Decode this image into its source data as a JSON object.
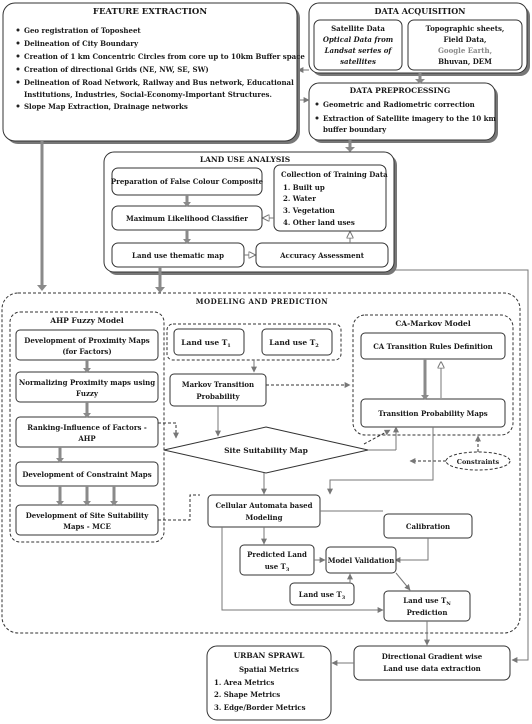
{
  "feature_extraction": {
    "title": "FEATURE EXTRACTION",
    "items": [
      "Geo registration of Toposheet",
      "Delineation of City Boundary",
      "Creation of 1 km Concentric Circles from core up to 10km Buffer space",
      "Creation of directional Grids (NE, NW, SE, SW)",
      "Delineation of Road Network, Railway and Bus network, Educational",
      "Institutions, Industries, Social-Economy-Important Structures.",
      "Slope Map Extraction, Drainage networks"
    ]
  },
  "data_acquisition": {
    "title": "DATA ACQUISITION",
    "satellite_data": [
      "Satellite Data",
      "Optical Data from",
      "Landsat series of",
      "satellites"
    ],
    "topographic": [
      "Topographic sheets,",
      "Field Data,",
      "Google Earth,",
      "Bhuvan, DEM"
    ]
  },
  "data_preprocessing": {
    "title": "DATA PREPROCESSING",
    "items": [
      "Geometric and Radiometric correction",
      "Extraction of Satellite imagery to the 10 km",
      "buffer boundary"
    ]
  },
  "land_use_analysis": {
    "title": "LAND USE ANALYSIS",
    "false_colour": "Preparation of False Colour Composite",
    "training_title": "Collection of Training Data",
    "training_items": [
      "1. Built up",
      "2. Water",
      "3. Vegetation",
      "4. Other land uses"
    ],
    "mlc": "Maximum Likelihood Classifier",
    "thematic_map": "Land use thematic map",
    "accuracy": "Accuracy Assessment"
  },
  "modeling": {
    "title": "MODELING AND PREDICTION",
    "ahp": {
      "title": "AHP Fuzzy Model",
      "proximity": [
        "Development of Proximity Maps",
        "(for Factors)"
      ],
      "normalizing": [
        "Normalizing Proximity maps using",
        "Fuzzy"
      ],
      "ranking": [
        "Ranking-Influence of Factors -",
        "AHP"
      ],
      "constraint": "Development of Constraint Maps",
      "suitability": [
        "Development of Site Suitability",
        "Maps - MCE"
      ]
    },
    "land_use_t1": "Land use T",
    "land_use_t1_sub": "1",
    "land_use_t2": "Land use T",
    "land_use_t2_sub": "2",
    "markov": [
      "Markov Transition",
      "Probability"
    ],
    "ca_markov": {
      "title": "CA-Markov Model",
      "rules": "CA Transition Rules Definition",
      "maps": "Transition Probability Maps"
    },
    "constraints": "Constraints",
    "site_map": "Site Suitability Map",
    "cellular": [
      "Cellular Automata based",
      "Modeling"
    ],
    "calibration": "Calibration",
    "predicted": [
      "Predicted Land",
      "use T"
    ],
    "predicted_sub": "3",
    "validation": "Model Validation",
    "land_use_t3": "Land use T",
    "land_use_t3_sub": "3",
    "land_use_tn": "Land use T",
    "land_use_tn_sub": "N",
    "prediction": "Prediction"
  },
  "urban_sprawl": {
    "title": "URBAN SPRAWL",
    "subtitle": "Spatial Metrics",
    "items": [
      "1. Area Metrics",
      "2. Shape Metrics",
      "3. Edge/Border Metrics"
    ]
  },
  "directional": [
    "Directional Gradient wise",
    "Land use data extraction"
  ]
}
